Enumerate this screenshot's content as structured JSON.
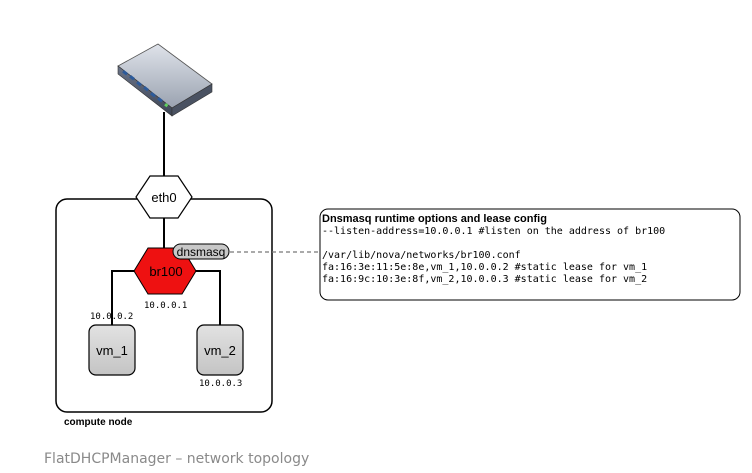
{
  "nodes": {
    "eth0": "eth0",
    "bridge": "br100",
    "dnsmasq": "dnsmasq",
    "vm1": "vm_1",
    "vm2": "vm_2"
  },
  "addresses": {
    "bridge_ip": "10.0.0.1",
    "vm1_ip": "10.0.0.2",
    "vm2_ip": "10.0.0.3"
  },
  "compute_node_label": "compute node",
  "config_box": {
    "title": "Dnsmasq runtime options and lease config",
    "lines": [
      "--listen-address=10.0.0.1 #listen on the address of br100",
      "",
      "/var/lib/nova/networks/br100.conf",
      "fa:16:3e:11:5e:8e,vm_1,10.0.0.2 #static lease for vm_1",
      "fa:16:9c:10:3e:8f,vm_2,10.0.0.3 #static lease for vm_2"
    ]
  },
  "caption": "FlatDHCPManager – network topology",
  "colors": {
    "bridge_fill": "#ee1111",
    "vm_fill": "#d0d0d0",
    "pill_fill": "#c8c8c8",
    "switch_body": "#5a6478",
    "switch_ports": "#2c5a9a"
  },
  "icons": {
    "switch": "network-switch-icon"
  }
}
